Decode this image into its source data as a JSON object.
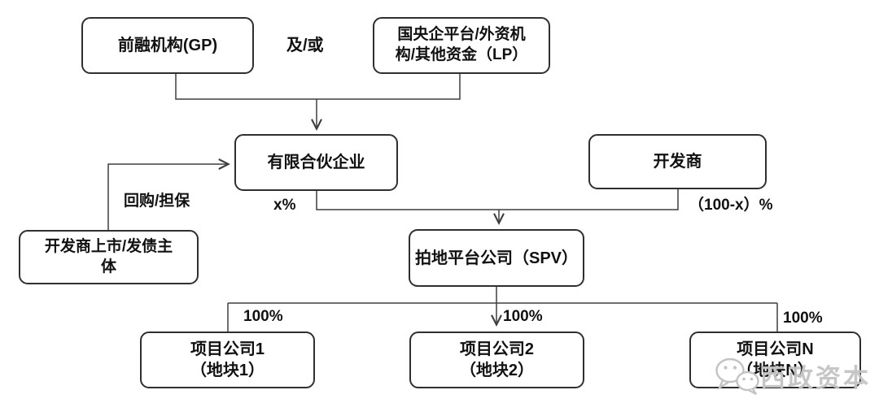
{
  "colors": {
    "background": "#ffffff",
    "line": "#3f3f3f",
    "box_border": "#2f2f2f",
    "text": "#111111",
    "watermark": "#c3c3c3"
  },
  "nodes": {
    "gp": {
      "label": "前融机构(GP)"
    },
    "lp": {
      "lines": [
        "国央企平台/外资机",
        "构/其他资金（LP）"
      ]
    },
    "partnership": {
      "label": "有限合伙企业"
    },
    "developer": {
      "label": "开发商"
    },
    "issuer": {
      "lines": [
        "开发商上市/发债主",
        "体"
      ]
    },
    "spv": {
      "label": "拍地平台公司（SPV）"
    },
    "project1": {
      "lines": [
        "项目公司1",
        "（地块1）"
      ]
    },
    "project2": {
      "lines": [
        "项目公司2",
        "（地块2）"
      ]
    },
    "projectN": {
      "lines": [
        "项目公司N",
        "（地块N）"
      ]
    }
  },
  "edges": {
    "and_or": "及/或",
    "repurchase_guarantee": "回购/担保",
    "partnership_share": "x%",
    "developer_share": "（100-x）%",
    "project_shares": [
      "100%",
      "100%",
      "100%"
    ]
  },
  "watermark": {
    "icon": "wechat-icon",
    "text": "西政资本"
  }
}
